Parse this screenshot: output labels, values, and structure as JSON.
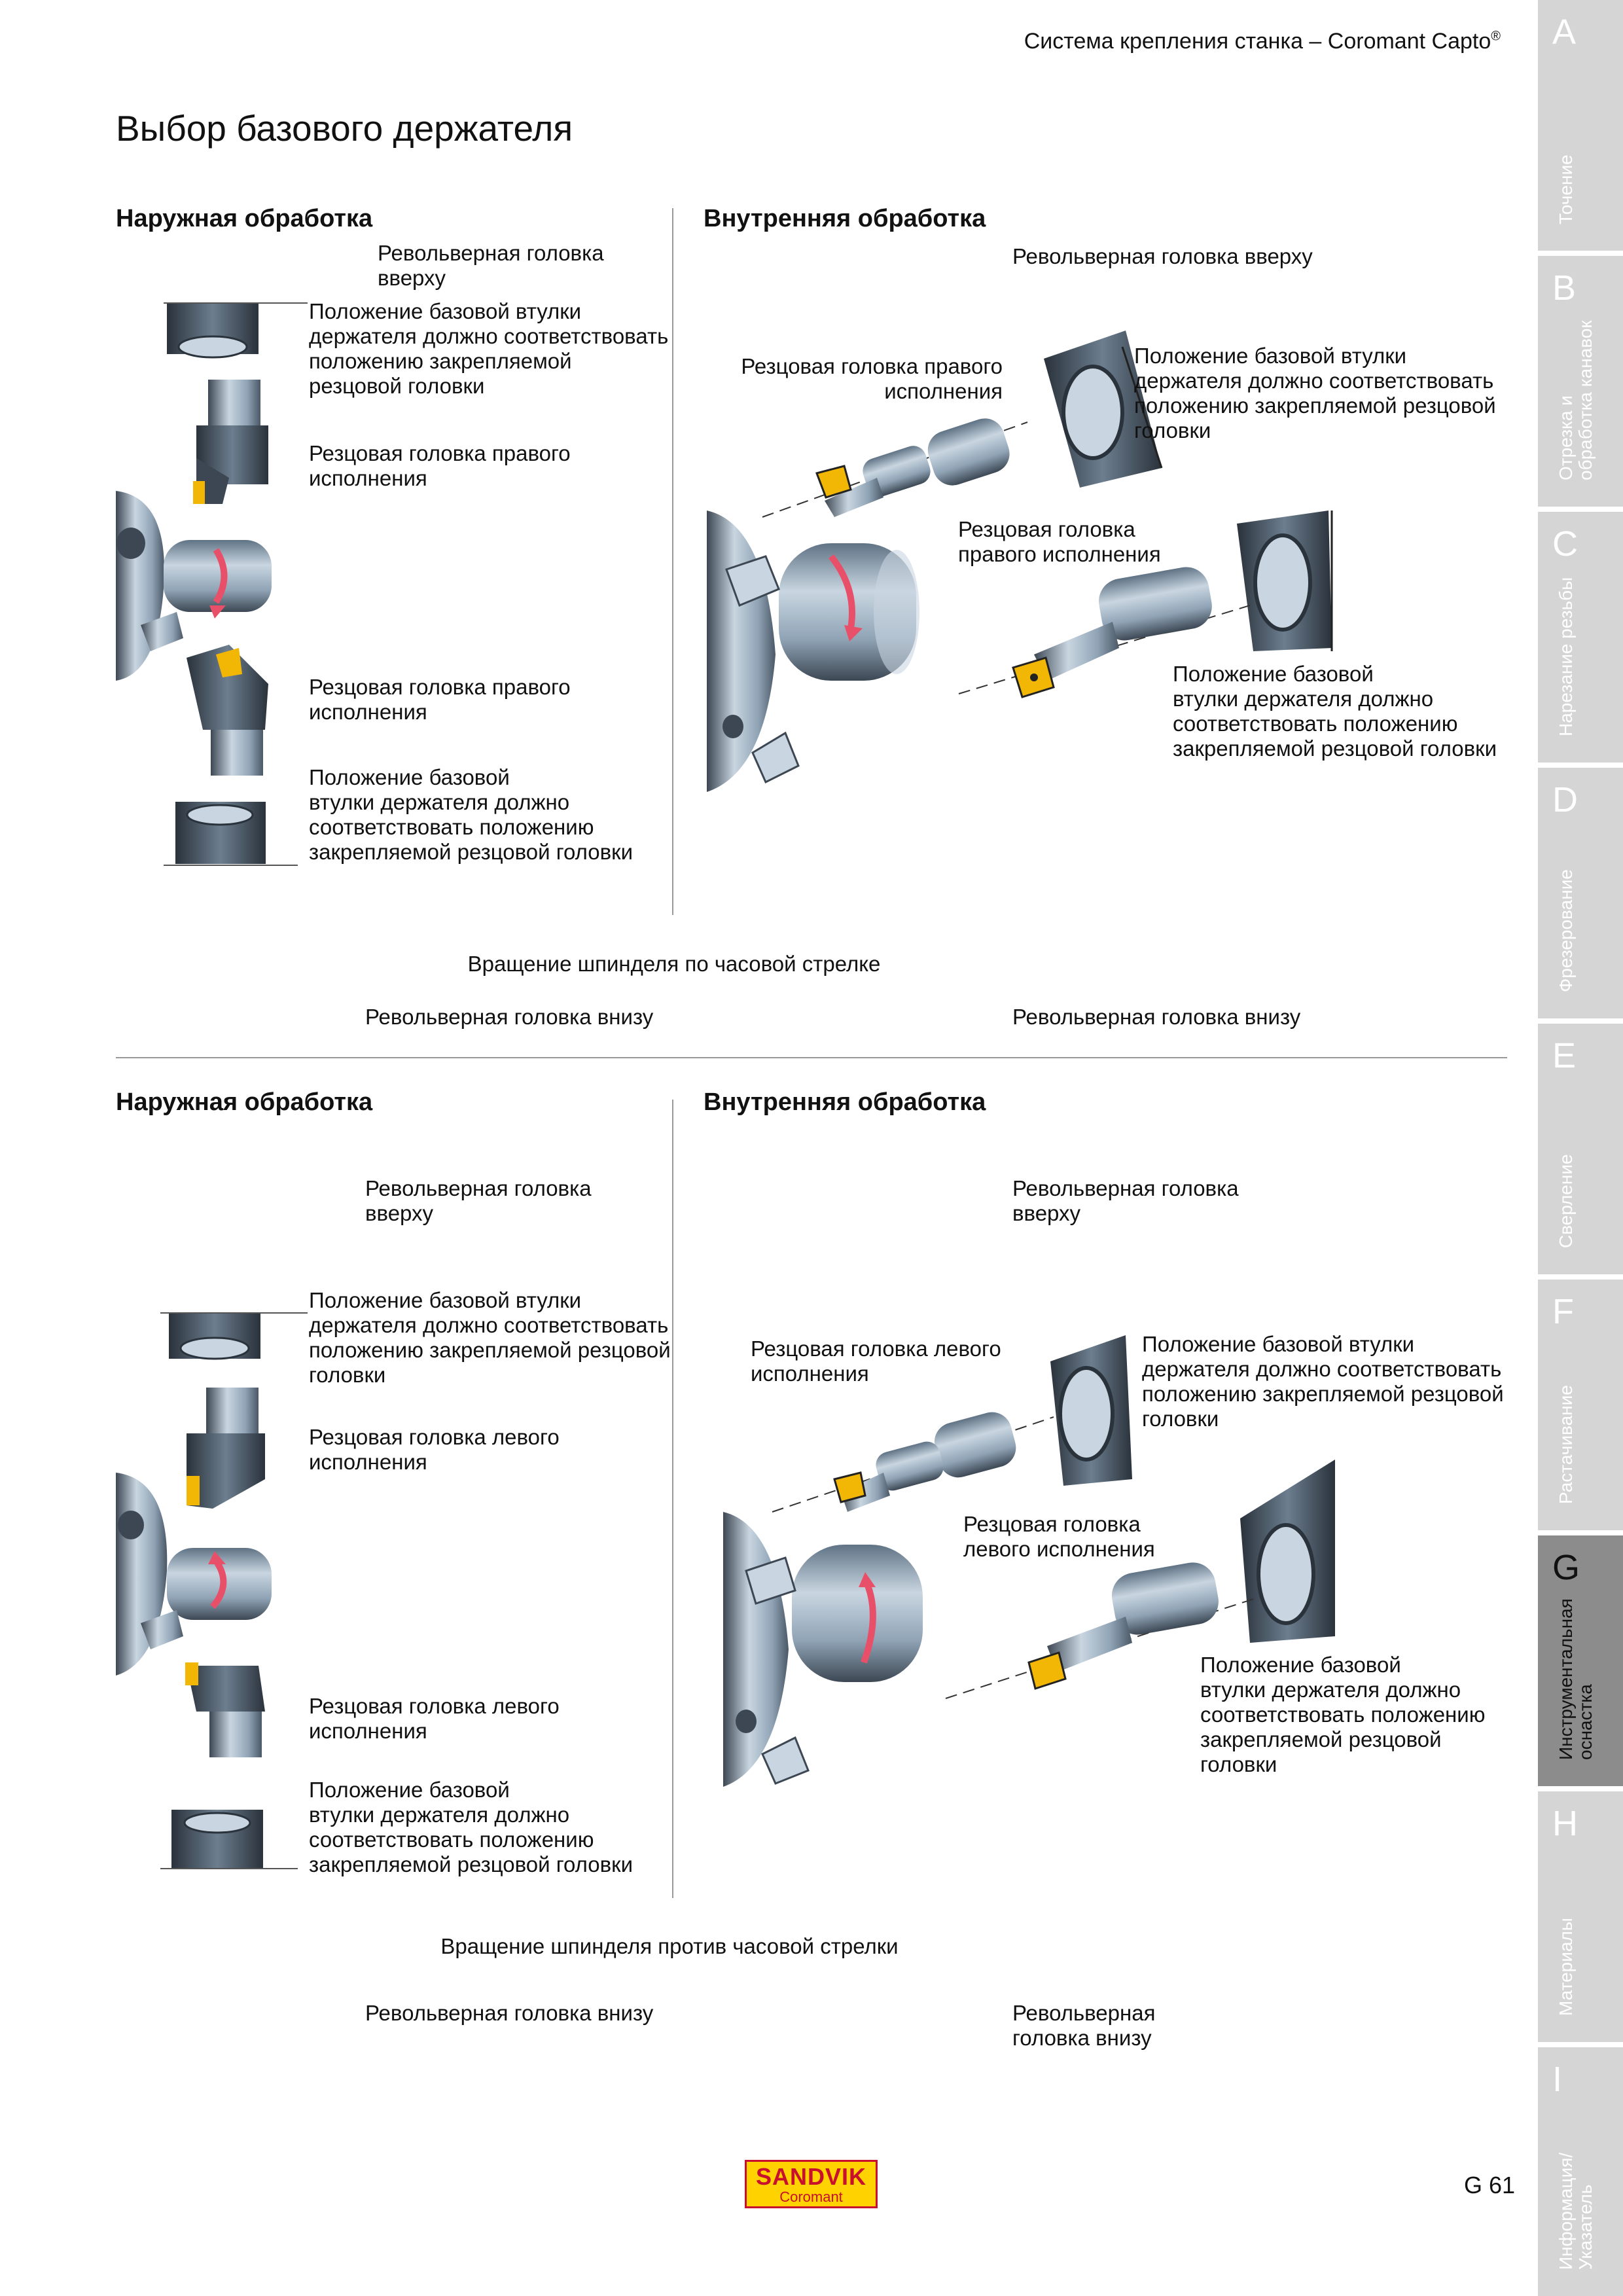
{
  "header": {
    "text": "Система крепления станка – Coromant Capto",
    "reg": "®"
  },
  "page_title": "Выбор базового держателя",
  "section1": {
    "ext_title": "Наружная обработка",
    "int_title": "Внутренняя обработка",
    "ext_turret_top": "Револьверная головка\nвверху",
    "ext_label1": "Положение базовой втулки\nдержателя должно соответствовать\nположению закрепляемой\nрезцовой головки",
    "ext_label2": "Резцовая головка правого\nисполнения",
    "ext_label3": "Резцовая головка правого\nисполнения",
    "ext_label4": "Положение базовой\nвтулки держателя должно\nсоответствовать положению\nзакрепляемой резцовой головки",
    "int_turret_top": "Револьверная головка вверху",
    "int_label1": "Резцовая головка правого\nисполнения",
    "int_label2": "Положение базовой втулки\nдержателя должно соответствовать\nположению закрепляемой резцовой\nголовки",
    "int_label3": "Резцовая головка\nправого исполнения",
    "int_label4": "Положение базовой\nвтулки держателя должно\nсоответствовать положению\nзакрепляемой резцовой головки",
    "rotation": "Вращение шпинделя по часовой стрелке",
    "ext_turret_bottom": "Револьверная головка внизу",
    "int_turret_bottom": "Револьверная головка внизу"
  },
  "section2": {
    "ext_title": "Наружная обработка",
    "int_title": "Внутренняя обработка",
    "ext_turret_top": "Револьверная головка\nвверху",
    "ext_label1": "Положение базовой втулки\nдержателя должно соответствовать\nположению закрепляемой резцовой\nголовки",
    "ext_label2": "Резцовая головка левого\nисполнения",
    "ext_label3": "Резцовая головка левого\nисполнения",
    "ext_label4": "Положение базовой\nвтулки держателя должно\nсоответствовать положению\nзакрепляемой резцовой головки",
    "int_turret_top": "Револьверная головка\nвверху",
    "int_label1": "Резцовая головка левого\nисполнения",
    "int_label2": "Положение базовой втулки\nдержателя должно соответствовать\nположению закрепляемой резцовой\nголовки",
    "int_label3": "Резцовая головка\nлевого исполнения",
    "int_label4": "Положение базовой\nвтулки держателя должно\nсоответствовать положению\nзакрепляемой резцовой\nголовки",
    "rotation": "Вращение шпинделя против часовой стрелки",
    "ext_turret_bottom": "Револьверная головка внизу",
    "int_turret_bottom": "Револьверная\nголовка внизу"
  },
  "side_tabs": [
    {
      "letter": "A",
      "label": "Точение"
    },
    {
      "letter": "B",
      "label": "Отрезка и\nобработка канавок"
    },
    {
      "letter": "C",
      "label": "Нарезание резьбы"
    },
    {
      "letter": "D",
      "label": "Фрезерование"
    },
    {
      "letter": "E",
      "label": "Сверление"
    },
    {
      "letter": "F",
      "label": "Растачивание"
    },
    {
      "letter": "G",
      "label": "Инструментальная\nоснастка"
    },
    {
      "letter": "H",
      "label": "Материалы"
    },
    {
      "letter": "I",
      "label": "Информация/\nУказатель"
    }
  ],
  "logo": {
    "line1": "SANDVIK",
    "line2": "Coromant"
  },
  "page_number": "G 61",
  "colors": {
    "steel": "#8fa3b5",
    "steel_dark": "#3c4753",
    "insert": "#f2b705",
    "arrow": "#e8506a",
    "active_tab": "#8c8c8c",
    "tab": "#d5d5d5",
    "brand_red": "#c8102e",
    "brand_yellow": "#ffd200"
  }
}
